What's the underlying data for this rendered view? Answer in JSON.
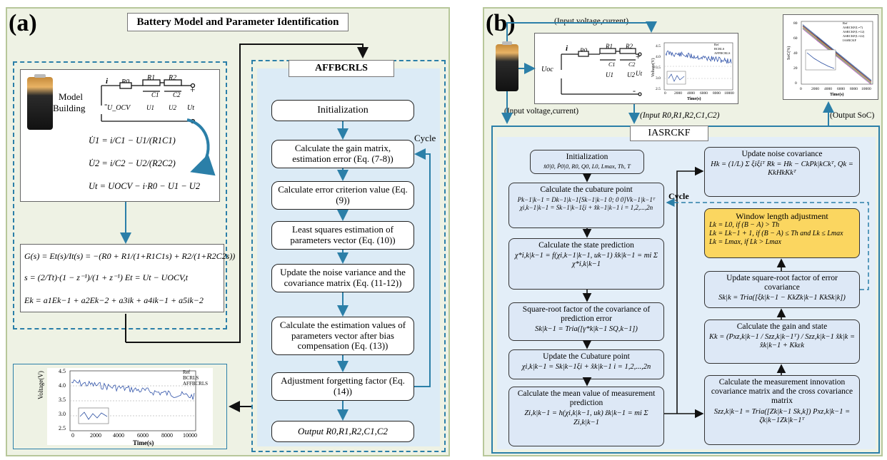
{
  "panel_a": {
    "tag": "(a)",
    "title": "Battery Model and Parameter Identification",
    "model_label": "Model",
    "building_label": "Building",
    "circuit": {
      "i": "i",
      "r0": "R0",
      "r1": "R1",
      "r2": "R2",
      "c1": "C1",
      "c2": "C2",
      "uocv": "U_OCV",
      "u1": "U1",
      "u2": "U2",
      "ut": "Ut",
      "plus": "+",
      "minus": "-"
    },
    "state_eqs": [
      "U̇1 = i/C1 − U1/(R1C1)",
      "U̇2 = i/C2 − U2/(R2C2)",
      "Ut = UOCV − i·R0 − U1 − U2"
    ],
    "tf_eqs": [
      "G(s) = Et(s)/It(s) = −(R0 + R1/(1+R1C1s) + R2/(1+R2C2s))",
      "s = (2/Tt)·(1 − z⁻¹)/(1 + z⁻¹)    Et = Ut − UOCV,t",
      "Ek = a1Ek−1 + a2Ek−2 + a3ik + a4ik−1 + a5ik−2"
    ],
    "algo_title": "AFFBCRLS",
    "cycle_label": "Cycle",
    "steps": [
      "Initialization",
      "Calculate the gain matrix, estimation error (Eq. (7-8))",
      "Calculate error criterion value (Eq. (9))",
      "Least squares estimation of parameters vector (Eq. (10))",
      "Update the noise variance and the covariance matrix (Eq. (11-12))",
      "Calculate the estimation values of parameters vector after bias compensation  (Eq. (13))",
      "Adjustment forgetting factor (Eq. (14))",
      "Output  R0,R1,R2,C1,C2"
    ],
    "chart": {
      "ylabel": "Voltage(V)",
      "xlabel": "Time(s)",
      "legend": [
        "Ref",
        "BCRLS",
        "AFFBCRLS"
      ],
      "yticks": [
        "4.5",
        "4.0",
        "3.5",
        "3.0",
        "2.5"
      ],
      "xticks": [
        "0",
        "2000",
        "4000",
        "6000",
        "8000",
        "10000"
      ]
    }
  },
  "panel_b": {
    "tag": "(b)",
    "input_top": "(Input voltage,current)",
    "input_left": "(Input  voltage,current)",
    "input_params": "(Input  R0,R1,R2,C1,C2)",
    "output_soc": "(Output SoC)",
    "algo_title": "IASRCKF",
    "cycle_label": "Cycle",
    "circuit": {
      "i": "i",
      "r0": "R0",
      "r1": "R1",
      "r2": "R2",
      "c1": "C1",
      "c2": "C2",
      "uocv": "Uoc",
      "u1": "U1",
      "u2": "U2",
      "ut": "Ut",
      "plus": "+",
      "minus": "-"
    },
    "voltage_chart": {
      "ylabel": "Voltage(V)",
      "xlabel": "Time(s)",
      "legend": [
        "Ref",
        "BCRLS",
        "AFFBCRLS"
      ],
      "yticks": [
        "4.5",
        "4.0",
        "3.5",
        "3.0",
        "2.5"
      ],
      "xticks": [
        "0",
        "2000",
        "4000",
        "6000",
        "8000",
        "10000"
      ]
    },
    "soc_chart": {
      "ylabel": "SoC(%)",
      "xlabel": "Time(s)",
      "legend": [
        "Ref",
        "ASRCKF(L=7)",
        "ASRCKF(L=12)",
        "ASRCKF(L=22)",
        "IASRCKF"
      ],
      "yticks": [
        "80",
        "60",
        "40",
        "20",
        "0"
      ],
      "xticks": [
        "0",
        "2000",
        "4000",
        "6000",
        "8000",
        "10000"
      ]
    },
    "left_boxes": [
      {
        "title": "Initialization",
        "eq": "x̂0|0, P̂0|0, R0, Q0, L0, Lmax, Th, T"
      },
      {
        "title": "Calculate the cubature point",
        "eq": "Pk−1|k−1 = Dk−1|k−1[Sk−1|k−1 0; 0 0]Vk−1|k−1ᵀ   χi,k−1|k−1 = Sk−1|k−1ξi + x̂k−1|k−1  i = 1,2,...,2n"
      },
      {
        "title": "Calculate the state prediction",
        "eq": "χ*i,k|k−1 = f(χi,k−1|k−1, uk−1)   x̂k|k−1 = mi Σ χ*i,k|k−1"
      },
      {
        "title": "Square-root factor of the covariance of prediction error",
        "eq": "Sk|k−1 = Tria([γ*k|k−1  SQ,k−1])"
      },
      {
        "title": "Update the Cubature point",
        "eq": "χi,k|k−1 = Sk|k−1ξi + x̂k|k−1   i = 1,2,...,2n"
      },
      {
        "title": "Calculate the mean value of measurement prediction",
        "eq": "Zi,k|k−1 = h(χi,k|k−1, uk)   ẑk|k−1 = mi Σ Zi,k|k−1"
      }
    ],
    "right_boxes": [
      {
        "title": "Update  noise covariance",
        "eq": "Hk = (1/L) Σ ξiξiᵀ   Rk = Hk − CkPk|kCkᵀ,  Qk = KkHkKkᵀ"
      },
      {
        "title": "Update square-root factor of error covariance",
        "eq": "Sk|k = Tria([ξk|k−1 − KkZk|k−1   KkSk|k])"
      },
      {
        "title": "Calculate the gain and state",
        "eq": "Kk = (Pxz,k|k−1 / Szz,k|k−1ᵀ) / Szz,k|k−1   x̂k|k = x̂k|k−1 + Kkεk"
      },
      {
        "title": "Calculate the measurement innovation covariance matrix and the cross covariance matrix",
        "eq": "Szz,k|k−1 = Tria([Zk|k−1  Sk,k])   Pxz,k|k−1 = ζk|k−1Zk|k−1ᵀ"
      }
    ],
    "window_box": {
      "title": "Window length adjustment",
      "lines": [
        "Lk = L0,  if (B − A) > Th",
        "Lk = Lk−1 + 1,  if (B − A) ≤ Th and Lk ≤ Lmax",
        "Lk = Lmax,  if Lk > Lmax"
      ]
    }
  }
}
